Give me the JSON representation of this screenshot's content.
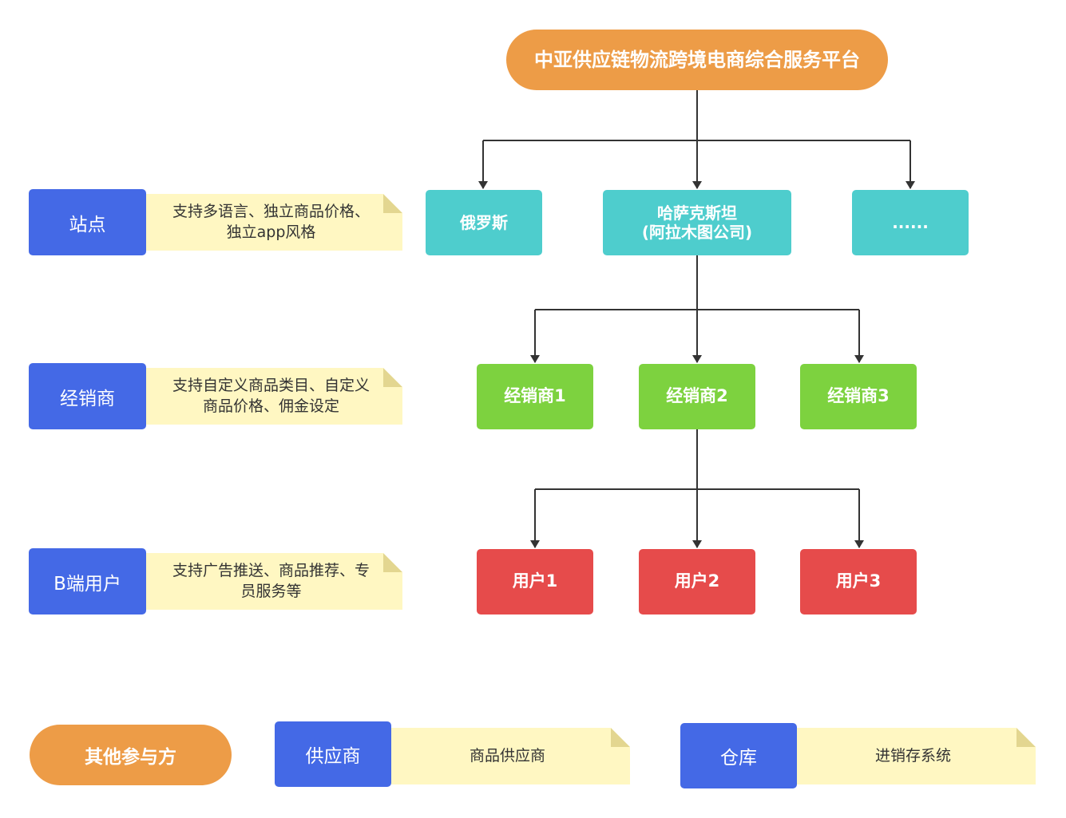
{
  "colors": {
    "orange": "#ED9C47",
    "teal": "#4ECDCD",
    "green": "#7DD23F",
    "red": "#E64B4B",
    "blue": "#4469E6",
    "note": "#FFF7C2",
    "note_fold": "#E3D690",
    "line": "#333333"
  },
  "root": {
    "label": "中亚供应链物流跨境电商综合服务平台"
  },
  "sites": [
    {
      "label": "俄罗斯"
    },
    {
      "label": "哈萨克斯坦\n(阿拉木图公司)"
    },
    {
      "label": "......"
    }
  ],
  "distributors": [
    {
      "label": "经销商1"
    },
    {
      "label": "经销商2"
    },
    {
      "label": "经销商3"
    }
  ],
  "users": [
    {
      "label": "用户1"
    },
    {
      "label": "用户2"
    },
    {
      "label": "用户3"
    }
  ],
  "legend": {
    "site": {
      "label": "站点",
      "note": "支持多语言、独立商品价格、\n独立app风格"
    },
    "distributor": {
      "label": "经销商",
      "note": "支持自定义商品类目、自定义\n商品价格、佣金设定"
    },
    "buser": {
      "label": "B端用户",
      "note": "支持广告推送、商品推荐、专\n员服务等"
    }
  },
  "others": {
    "title": "其他参与方",
    "supplier": {
      "label": "供应商",
      "note": "商品供应商"
    },
    "warehouse": {
      "label": "仓库",
      "note": "进销存系统"
    }
  }
}
